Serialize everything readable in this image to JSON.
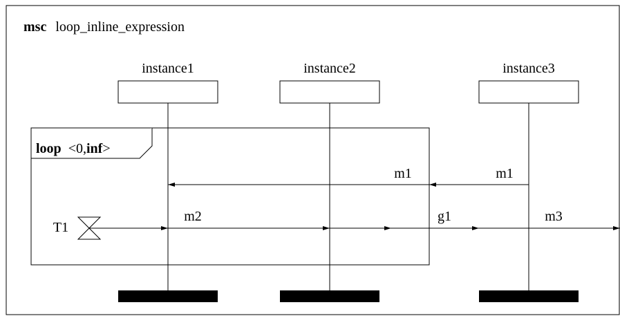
{
  "diagram": {
    "keyword": "msc",
    "name": "loop_inline_expression",
    "instances": [
      {
        "label": "instance1"
      },
      {
        "label": "instance2"
      },
      {
        "label": "instance3"
      }
    ],
    "inline_expression": {
      "keyword": "loop",
      "open": "<0,",
      "bound_keyword": "inf",
      "close": ">"
    },
    "messages": [
      {
        "label": "m1",
        "from": "instance3",
        "to": "loop-frame",
        "segment": "outside"
      },
      {
        "label": "m1",
        "from": "loop-frame",
        "to": "instance1",
        "segment": "inside"
      },
      {
        "label": "m2",
        "from": "instance1",
        "to": "loop-frame",
        "segment": "inside"
      },
      {
        "label": "g1",
        "from": "loop-frame",
        "to": "instance3",
        "segment": "gate"
      },
      {
        "label": "m3",
        "from": "instance3",
        "to": "environment",
        "segment": "outside"
      }
    ],
    "timer": {
      "label": "T1"
    }
  }
}
